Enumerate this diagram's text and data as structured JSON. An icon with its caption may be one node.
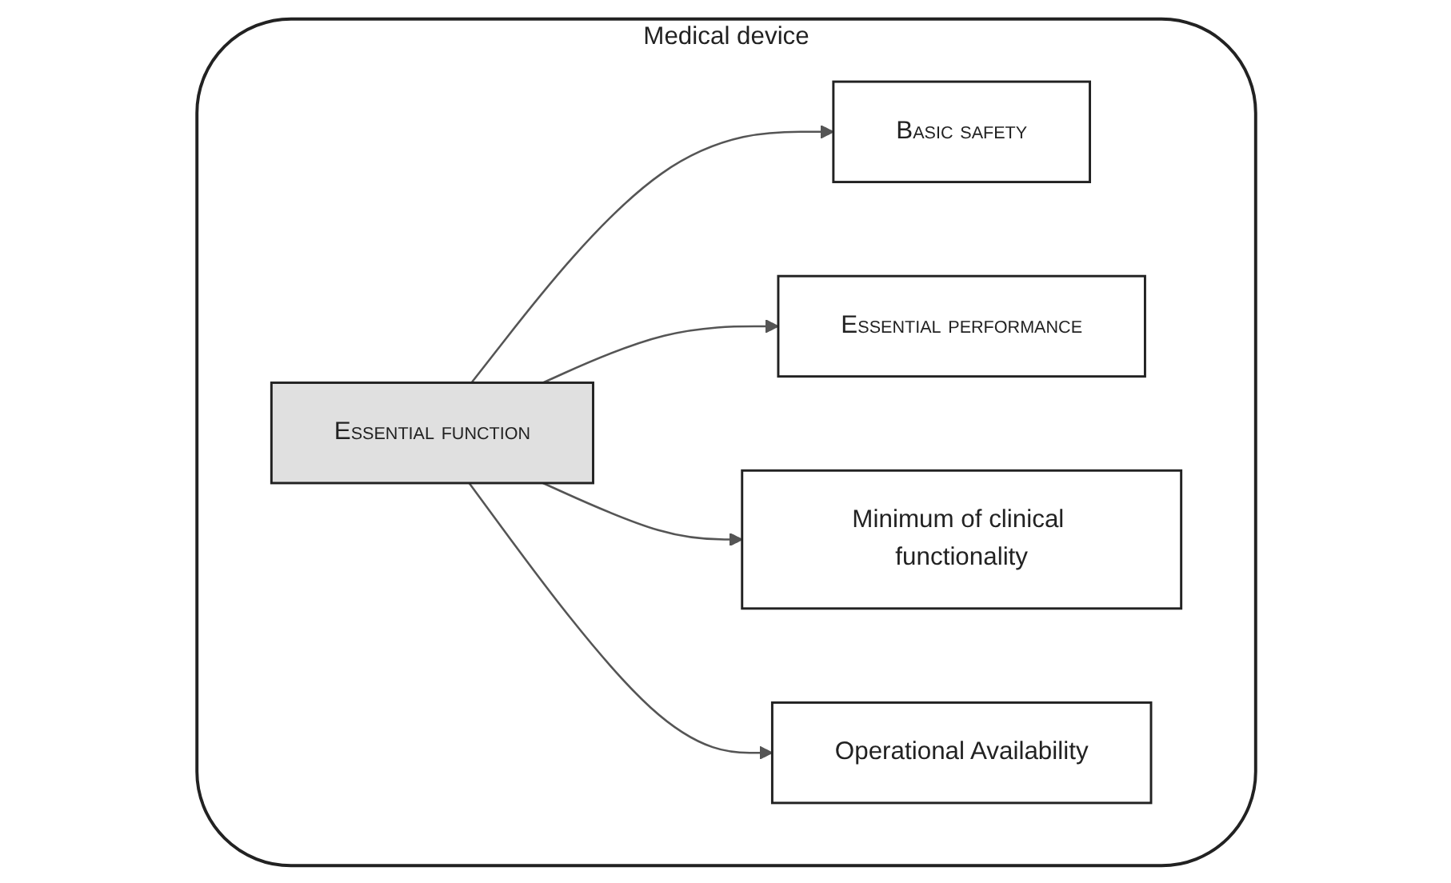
{
  "diagram": {
    "nodes": [
      {
        "text": [
          "Medical device"
        ]
      },
      {
        "text": [
          "Basic safety"
        ],
        "in": 0
      },
      {
        "text": [
          "Essential performance"
        ],
        "in": 0
      },
      {
        "text": [
          "Essential function"
        ],
        "in": 0
      },
      {
        "text": [
          "Minimum of clinical functionality"
        ],
        "in": 0
      },
      {
        "text": [
          "Operational Availability"
        ],
        "in": 0
      }
    ],
    "edges": [
      {
        "from": 3,
        "to": 1,
        "arrow": "to"
      },
      {
        "from": 3,
        "to": 2,
        "arrow": "to"
      },
      {
        "from": 3,
        "to": 4,
        "arrow": "to"
      },
      {
        "from": 3,
        "to": 5,
        "arrow": "to"
      }
    ]
  }
}
